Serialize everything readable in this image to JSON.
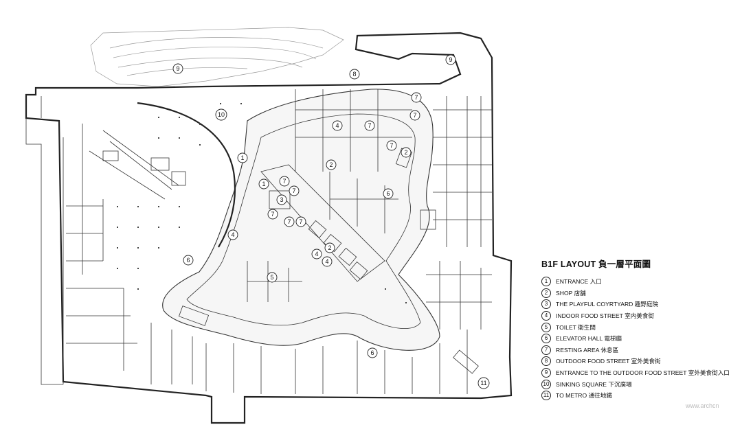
{
  "legend": {
    "title": "B1F LAYOUT 負一層平面圖",
    "items": [
      {
        "num": "1",
        "label": "ENTRANCE 入口"
      },
      {
        "num": "2",
        "label": "SHOP 店舗"
      },
      {
        "num": "3",
        "label": "THE PLAYFUL COYRTYARD 趣野庭院"
      },
      {
        "num": "4",
        "label": "INDOOR FOOD STREET  室内美食街"
      },
      {
        "num": "5",
        "label": "TOILET 衛生間"
      },
      {
        "num": "6",
        "label": "ELEVATOR HALL 電梯廳"
      },
      {
        "num": "7",
        "label": "RESTING AREA  休息區"
      },
      {
        "num": "8",
        "label": "OUTDOOR FOOD STREET  室外美食街"
      },
      {
        "num": "9",
        "label": "ENTRANCE TO THE OUTDOOR FOOD STREET  室外美食街入口"
      },
      {
        "num": "10",
        "label": "SINKING SQUARE 下沉廣場"
      },
      {
        "num": "11",
        "label": "TO METRO 通往地鐵"
      }
    ]
  },
  "markers": [
    "9",
    "9",
    "8",
    "10",
    "1",
    "7",
    "7",
    "4",
    "7",
    "7",
    "2",
    "1",
    "2",
    "7",
    "7",
    "3",
    "7",
    "6",
    "7",
    "7",
    "4",
    "2",
    "4",
    "4",
    "6",
    "6",
    "5",
    "11"
  ],
  "watermark": "www.archcn"
}
